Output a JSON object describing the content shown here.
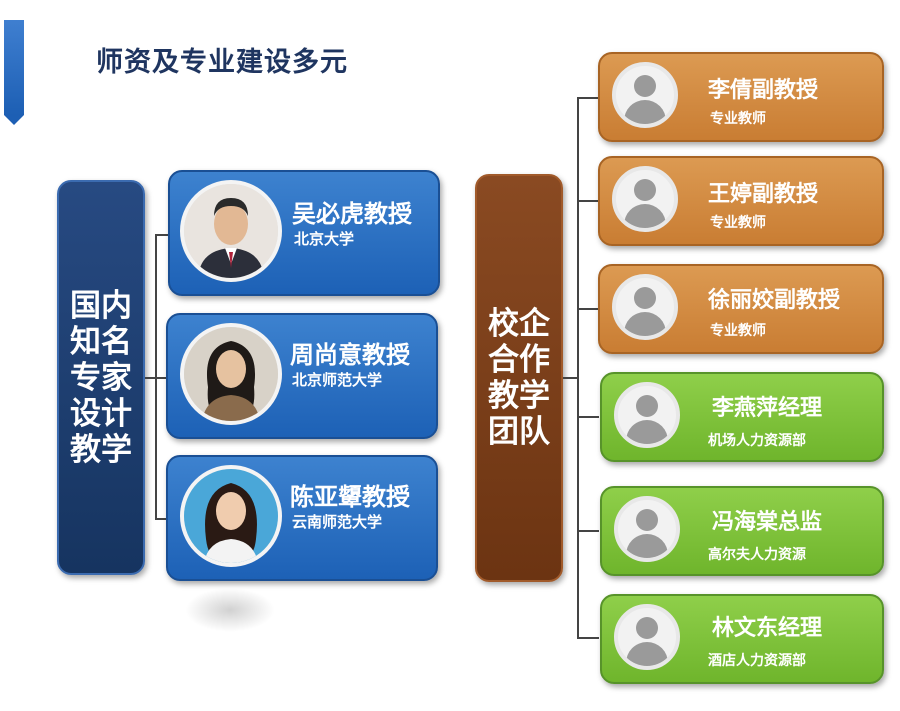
{
  "title": "师资及专业建设多元",
  "left_group": {
    "label": "国内知名专家设计教学",
    "experts": [
      {
        "name": "吴必虎教授",
        "org": "北京大学",
        "photo_icon": "portrait-man-icon"
      },
      {
        "name": "周尚意教授",
        "org": "北京师范大学",
        "photo_icon": "portrait-woman-icon"
      },
      {
        "name": "陈亚顰教授",
        "org": "云南师范大学",
        "photo_icon": "portrait-woman-icon"
      }
    ]
  },
  "right_group": {
    "label": "校企合作教学团队",
    "teachers": [
      {
        "name": "李倩副教授",
        "org": "专业教师"
      },
      {
        "name": "王婷副教授",
        "org": "专业教师"
      },
      {
        "name": "徐丽姣副教授",
        "org": "专业教师"
      }
    ],
    "enterprise": [
      {
        "name": "李燕萍经理",
        "org": "机场人力资源部"
      },
      {
        "name": "冯海棠总监",
        "org": "高尔夫人力资源"
      },
      {
        "name": "林文东经理",
        "org": "酒店人力资源部"
      }
    ]
  },
  "colors": {
    "expert_card": "#2a6fc4",
    "left_label": "#1f3f73",
    "right_label": "#7a3f1a",
    "teacher_card": "#d38b43",
    "enterprise_card": "#7fc23b",
    "title": "#1f3560"
  }
}
